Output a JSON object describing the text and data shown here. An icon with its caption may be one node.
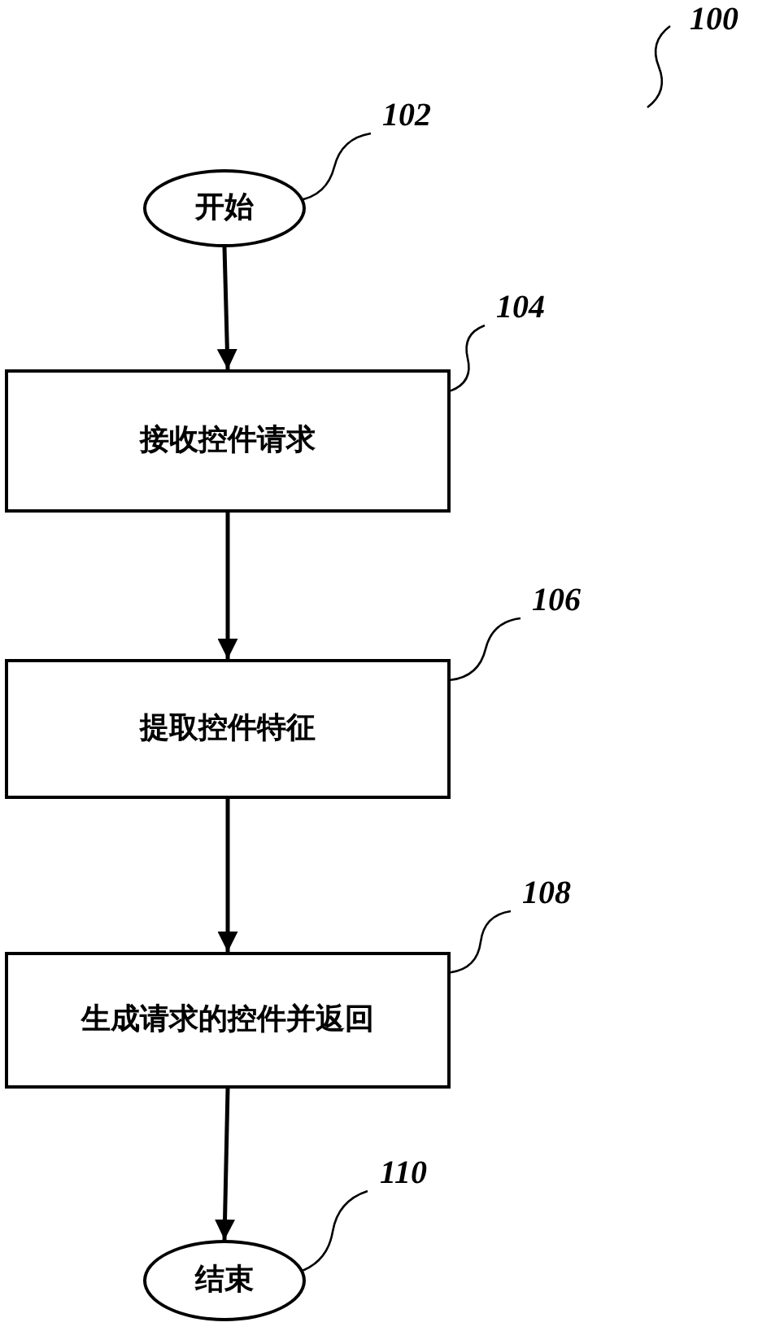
{
  "diagram": {
    "nodes": [
      {
        "text": [
          "开始"
        ]
      },
      {
        "text": [
          "接收控件请求"
        ]
      },
      {
        "text": [
          "提取控件特征"
        ]
      },
      {
        "text": [
          "生成请求的控件并返回"
        ]
      },
      {
        "text": [
          "结束"
        ]
      },
      {
        "text": [
          "102"
        ]
      },
      {
        "text": [
          "104"
        ]
      },
      {
        "text": [
          "106"
        ]
      },
      {
        "text": [
          "108"
        ]
      },
      {
        "text": [
          "110"
        ]
      }
    ],
    "edges": [
      {
        "from": 0,
        "to": 1,
        "arrow": "to"
      },
      {
        "from": 1,
        "to": 2,
        "arrow": "to"
      },
      {
        "from": 2,
        "to": 3,
        "arrow": "to"
      },
      {
        "from": 3,
        "to": 4,
        "arrow": "to"
      },
      {
        "from": 5,
        "to": 0,
        "arrow": "none"
      },
      {
        "from": 6,
        "to": 1,
        "arrow": "none"
      },
      {
        "from": 7,
        "to": 2,
        "arrow": "none"
      },
      {
        "from": 8,
        "to": 3,
        "arrow": "none"
      },
      {
        "from": 9,
        "to": 4,
        "arrow": "none"
      }
    ],
    "labels": [
      "100"
    ]
  }
}
